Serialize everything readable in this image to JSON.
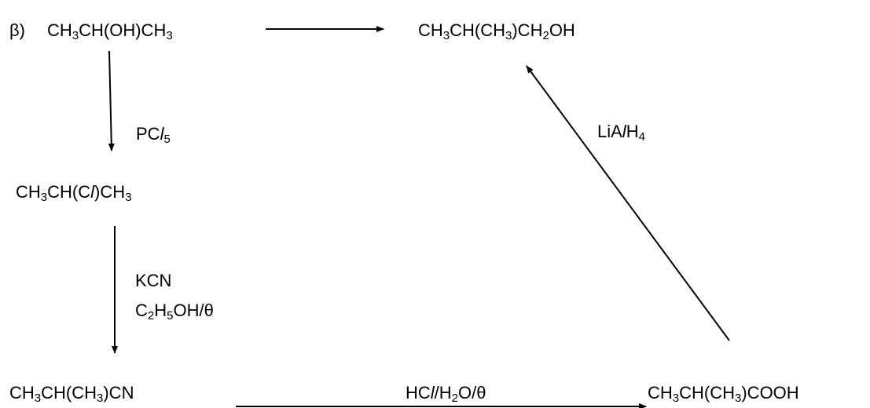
{
  "label": "β)",
  "compounds": {
    "isopropanol": [
      {
        "t": "CH"
      },
      {
        "t": "3",
        "s": 1
      },
      {
        "t": "CH(OH)CH"
      },
      {
        "t": "3",
        "s": 1
      }
    ],
    "isobutanol": [
      {
        "t": "CH"
      },
      {
        "t": "3",
        "s": 1
      },
      {
        "t": "CH(CH"
      },
      {
        "t": "3",
        "s": 1
      },
      {
        "t": ")CH"
      },
      {
        "t": "2",
        "s": 1
      },
      {
        "t": "OH"
      }
    ],
    "chloropropane": [
      {
        "t": "CH"
      },
      {
        "t": "3",
        "s": 1
      },
      {
        "t": "CH(C"
      },
      {
        "t": "l",
        "i": 1
      },
      {
        "t": ")CH"
      },
      {
        "t": "3",
        "s": 1
      }
    ],
    "nitrile": [
      {
        "t": "CH"
      },
      {
        "t": "3",
        "s": 1
      },
      {
        "t": "CH(CH"
      },
      {
        "t": "3",
        "s": 1
      },
      {
        "t": ")CN"
      }
    ],
    "acid": [
      {
        "t": "CH"
      },
      {
        "t": "3",
        "s": 1
      },
      {
        "t": "CH(CH"
      },
      {
        "t": "3",
        "s": 1
      },
      {
        "t": ")COOH"
      }
    ]
  },
  "reagents": {
    "pcl5": [
      {
        "t": "PC"
      },
      {
        "t": "l",
        "i": 1
      },
      {
        "t": "5",
        "s": 1
      }
    ],
    "kcn": [
      {
        "t": "KCN"
      }
    ],
    "ethanol": [
      {
        "t": "C"
      },
      {
        "t": "2",
        "s": 1
      },
      {
        "t": "H"
      },
      {
        "t": "5",
        "s": 1
      },
      {
        "t": "OH/θ"
      }
    ],
    "lialh4": [
      {
        "t": "LiA"
      },
      {
        "t": "l",
        "i": 1
      },
      {
        "t": "H"
      },
      {
        "t": "4",
        "s": 1
      }
    ],
    "hydrolysis": [
      {
        "t": "HC"
      },
      {
        "t": "l",
        "i": 1
      },
      {
        "t": "/H"
      },
      {
        "t": "2",
        "s": 1
      },
      {
        "t": "O/θ"
      }
    ]
  },
  "colors": {
    "ink": "#000000",
    "background": "#ffffff"
  }
}
